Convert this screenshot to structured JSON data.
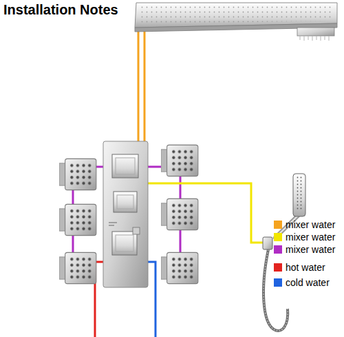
{
  "diagram": {
    "title": "Installation Notes",
    "legend": [
      {
        "text": "mixer water",
        "color": "#f5a31f"
      },
      {
        "text": "mixer water",
        "color": "#f2e600"
      },
      {
        "text": "mixer water",
        "color": "#b02cc4"
      },
      {
        "text": "hot water",
        "color": "#e3231f"
      },
      {
        "text": "cold water",
        "color": "#1f63e0"
      }
    ]
  }
}
